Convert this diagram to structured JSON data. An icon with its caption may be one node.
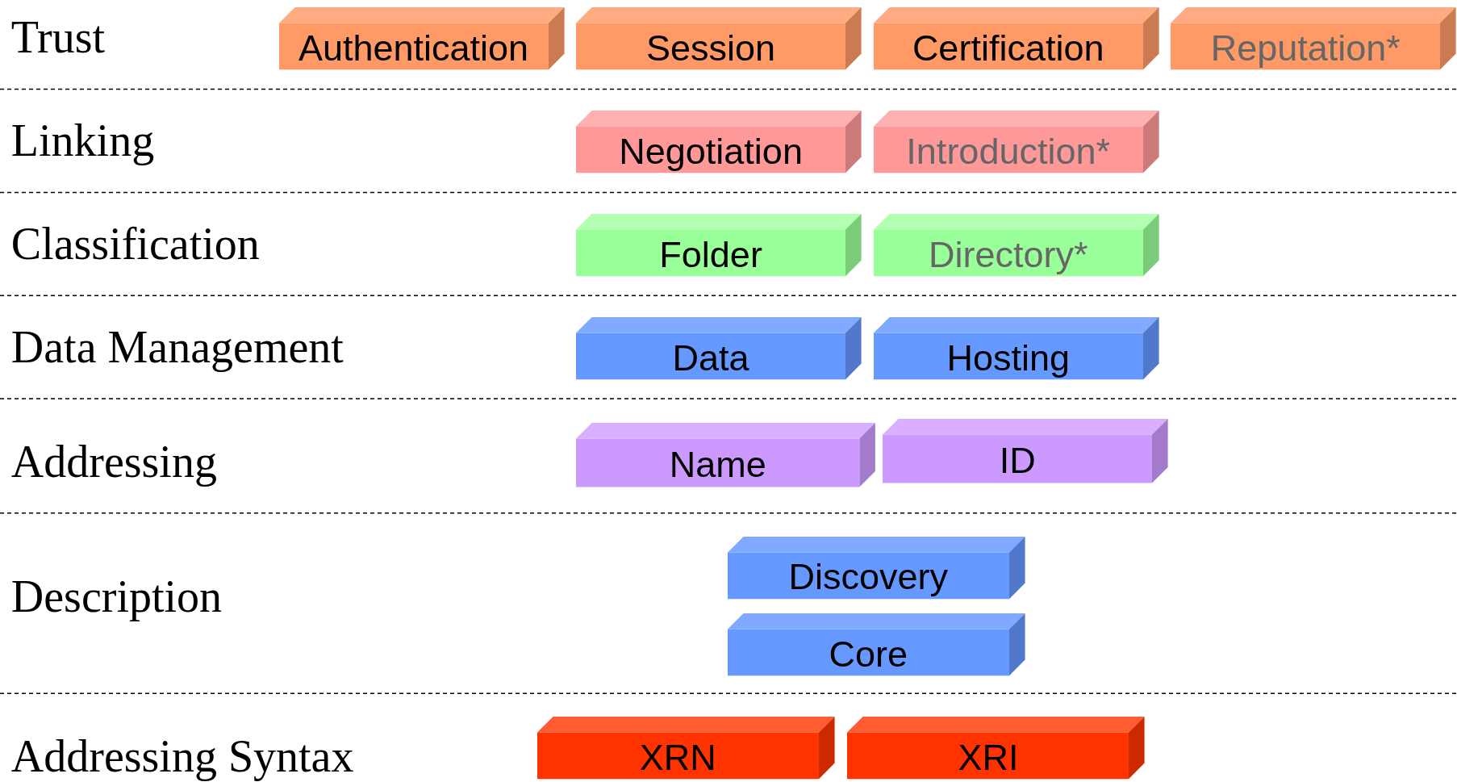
{
  "diagram": {
    "nodes": [
      {
        "text": [
          "Authentication"
        ]
      },
      {
        "text": [
          "Session"
        ]
      },
      {
        "text": [
          "Certification"
        ]
      },
      {
        "text": [
          "Reputation*"
        ]
      },
      {
        "text": [
          "Negotiation"
        ]
      },
      {
        "text": [
          "Introduction*"
        ]
      },
      {
        "text": [
          "Folder"
        ]
      },
      {
        "text": [
          "Directory*"
        ]
      },
      {
        "text": [
          "Data"
        ]
      },
      {
        "text": [
          "Hosting"
        ]
      },
      {
        "text": [
          "Name"
        ]
      },
      {
        "text": [
          "ID"
        ]
      },
      {
        "text": [
          "Discovery"
        ]
      },
      {
        "text": [
          "Core"
        ]
      },
      {
        "text": [
          "XRN"
        ]
      },
      {
        "text": [
          "XRI"
        ]
      }
    ],
    "edges": [],
    "labels": [
      "Trust",
      "Linking",
      "Classification",
      "Data Management",
      "Addressing",
      "Description",
      "Addressing Syntax"
    ]
  }
}
